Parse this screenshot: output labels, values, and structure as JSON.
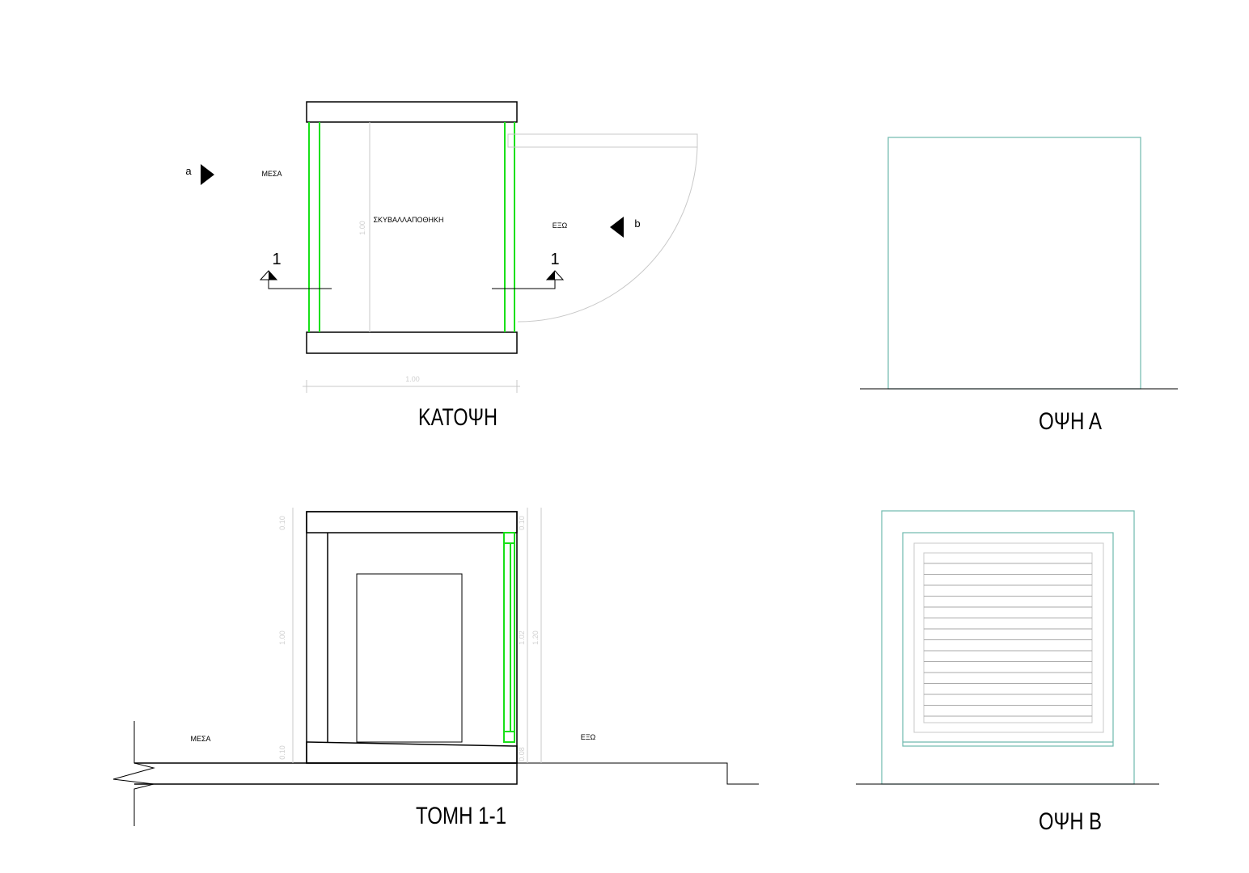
{
  "plan": {
    "title": "ΚΑΤΟΨΗ",
    "inside_label": "ΜΕΣΑ",
    "room_label": "ΣΚΥΒΑΛΛΑΠΟΘΗΚΗ",
    "outside_label": "ΕΞΩ",
    "view_a_marker": "a",
    "view_b_marker": "b",
    "section_marker_left": "1",
    "section_marker_right": "1",
    "dim_width": "1.00",
    "dim_depth": "1.00"
  },
  "elevation_a": {
    "title": "ΟΨΗ Α"
  },
  "section": {
    "title": "ΤΟΜΗ 1-1",
    "inside_label": "ΜΕΣΑ",
    "outside_label": "ΕΞΩ",
    "dims_left": [
      "0.10",
      "1.00",
      "0.10"
    ],
    "dims_right": [
      "0.10",
      "1.02",
      "1.20",
      "0.08"
    ]
  },
  "elevation_b": {
    "title": "ΟΨΗ Β"
  }
}
